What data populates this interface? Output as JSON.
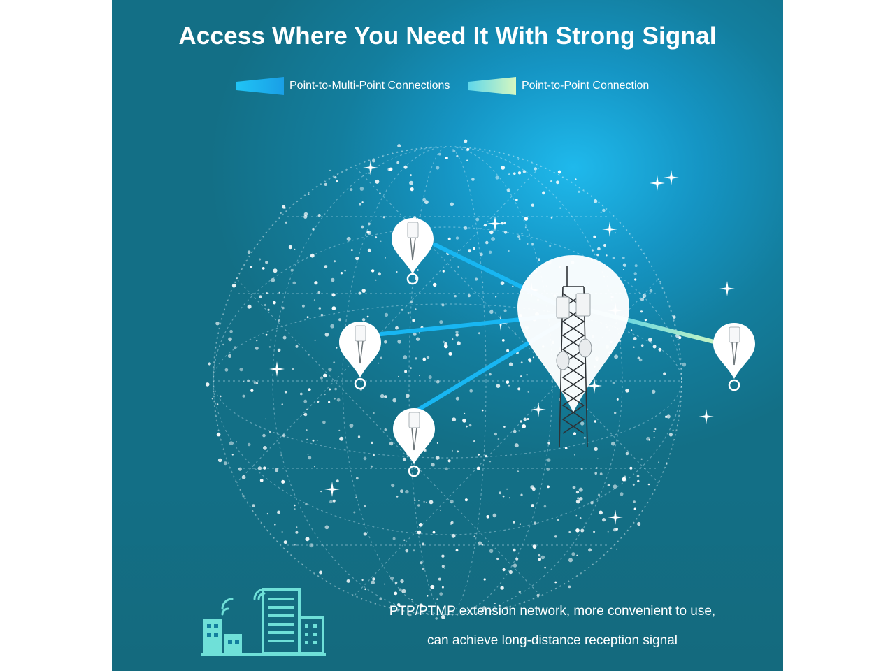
{
  "headline": "Access Where You Need It With Strong Signal",
  "legend": [
    {
      "label": "Point-to-Multi-Point Connections",
      "color": "#1aa9e8"
    },
    {
      "label": "Point-to-Point Connection",
      "color": "#b9f0c8"
    }
  ],
  "footer": {
    "line1": "PTP/PTMP extension network, more convenient to use,",
    "line2": "can achieve long-distance reception signal"
  },
  "colors": {
    "background": "#137e9e",
    "ptmp_link": "#18b6f2",
    "ptp_link": "#aef0c4",
    "building": "#6fe0d8"
  }
}
